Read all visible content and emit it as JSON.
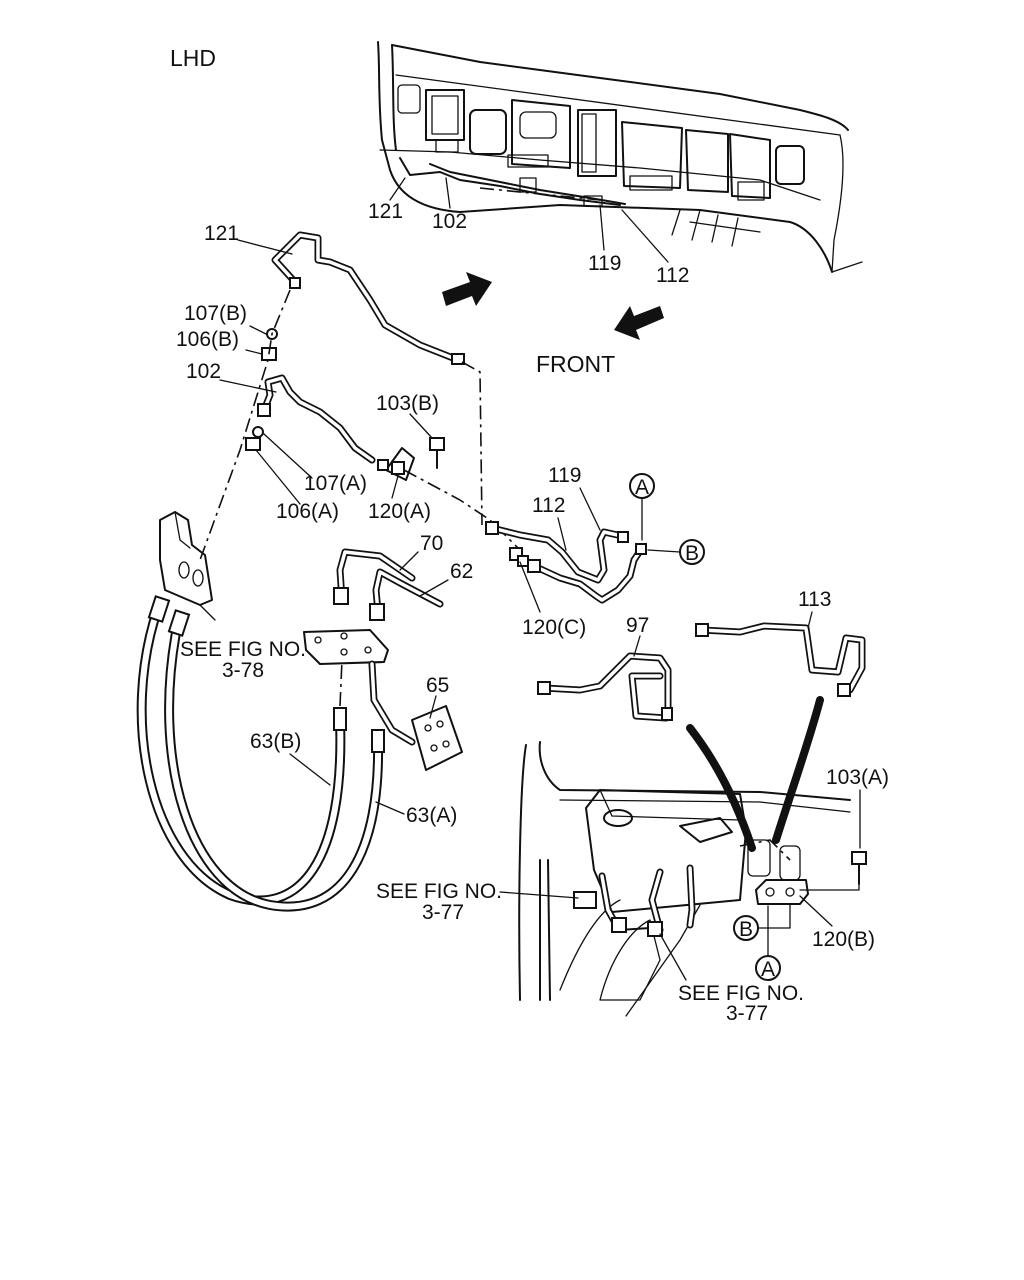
{
  "title": "LHD",
  "direction_label": "FRONT",
  "labels": {
    "p121_top": "121",
    "p102_top": "102",
    "p119_top": "119",
    "p112_top": "112",
    "p121": "121",
    "p107b": "107(B)",
    "p106b": "106(B)",
    "p102": "102",
    "p103b": "103(B)",
    "p107a": "107(A)",
    "p106a": "106(A)",
    "p120a": "120(A)",
    "p119": "119",
    "p112": "112",
    "p120c": "120(C)",
    "p70": "70",
    "p62": "62",
    "p65": "65",
    "p63b": "63(B)",
    "p63a": "63(A)",
    "p97": "97",
    "p113": "113",
    "p103a": "103(A)",
    "p120b": "120(B)"
  },
  "callouts": {
    "a_upper": "A",
    "b_upper": "B",
    "b_lower": "B",
    "a_lower": "A"
  },
  "references": {
    "fig_378_line1": "SEE FIG NO.",
    "fig_378_line2": "3-78",
    "fig_377a_line1": "SEE FIG NO.",
    "fig_377a_line2": "3-77",
    "fig_377b_line1": "SEE FIG NO.",
    "fig_377b_line2": "3-77"
  }
}
